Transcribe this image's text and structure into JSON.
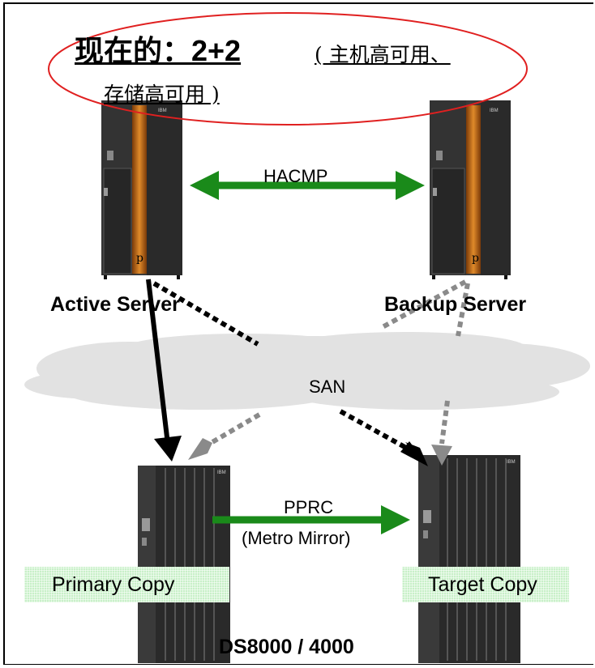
{
  "title": {
    "cn_prefix": "现在的：",
    "config": "2+2",
    "paren_line1": "( 主机高可用、",
    "paren_line2": "存储高可用 )"
  },
  "servers": {
    "active_label": "Active Server",
    "backup_label": "Backup Server",
    "link_label": "HACMP",
    "chassis_letter": "p",
    "badge": "IBM"
  },
  "network": {
    "cloud_label": "SAN"
  },
  "storage": {
    "link_label": "PPRC",
    "link_sub_label": "(Metro Mirror)",
    "primary_label": "Primary Copy",
    "target_label": "Target Copy",
    "model_label": "DS8000 / 4000",
    "badge": "IBM"
  },
  "colors": {
    "highlight_ellipse": "#e02020",
    "arrow_green": "#1a8a1a",
    "active_path": "#000000",
    "standby_path": "#8a8a8a",
    "cloud_fill": "#e2e2e2",
    "server_body": "#2c2c2c",
    "server_stripe": "#c8731e",
    "label_box": "#c8f0c8"
  }
}
